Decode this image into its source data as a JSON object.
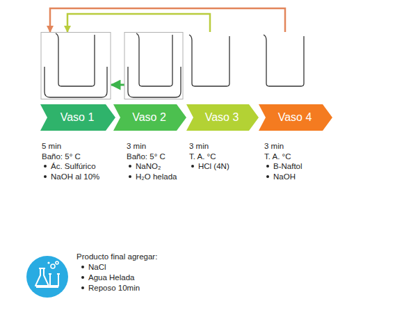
{
  "diagram": {
    "nodes": [
      {
        "text": [
          "Vaso 1",
          "5 min",
          "Baño: 5° C",
          "Ác. Sulfúrico",
          "NaOH al 10%"
        ]
      },
      {
        "text": [
          "Vaso 2",
          "3 min",
          "Baño: 5° C",
          "NaNO₂",
          "H₂O helada"
        ]
      },
      {
        "text": [
          "Vaso 3",
          "3 min",
          "T. A. °C",
          "HCl (4N)"
        ]
      },
      {
        "text": [
          "Vaso 4",
          "3 min",
          "T. A. °C",
          "B-Naftol",
          "NaOH"
        ]
      }
    ],
    "edges": [
      {
        "from": 1,
        "to": 0,
        "arrow": "to"
      },
      {
        "from": 2,
        "to": 0,
        "arrow": "to"
      },
      {
        "from": 3,
        "to": 0,
        "arrow": "to"
      }
    ],
    "labels": [
      "Producto final agregar:",
      "NaCl",
      "Agua Helada",
      "Reposo 10min"
    ]
  }
}
